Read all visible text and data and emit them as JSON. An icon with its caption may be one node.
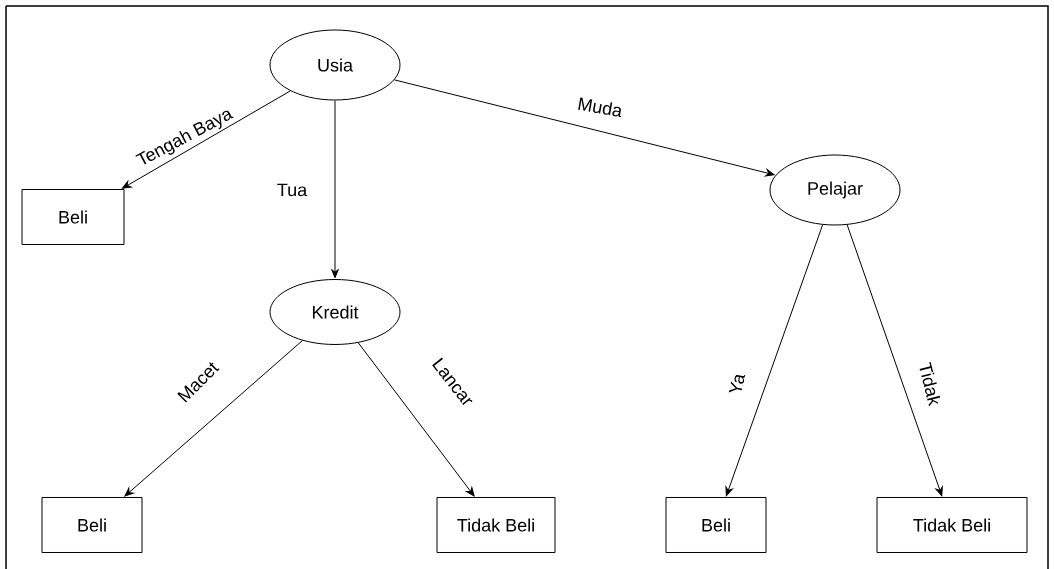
{
  "diagram": {
    "nodes": [
      {
        "text": [
          "Usia"
        ]
      },
      {
        "text": [
          "Beli"
        ]
      },
      {
        "text": [
          "Kredit"
        ]
      },
      {
        "text": [
          "Pelajar"
        ]
      },
      {
        "text": [
          "Beli"
        ]
      },
      {
        "text": [
          "Tidak Beli"
        ]
      },
      {
        "text": [
          "Beli"
        ]
      },
      {
        "text": [
          "Tidak Beli"
        ]
      }
    ],
    "edges": [
      {
        "from": 0,
        "to": 1,
        "arrow": "to",
        "label": "Tengah Baya"
      },
      {
        "from": 0,
        "to": 2,
        "arrow": "to",
        "label": "Tua"
      },
      {
        "from": 0,
        "to": 3,
        "arrow": "to",
        "label": "Muda"
      },
      {
        "from": 2,
        "to": 4,
        "arrow": "to",
        "label": "Macet"
      },
      {
        "from": 2,
        "to": 5,
        "arrow": "to",
        "label": "Lancar"
      },
      {
        "from": 3,
        "to": 6,
        "arrow": "to",
        "label": "Ya"
      },
      {
        "from": 3,
        "to": 7,
        "arrow": "to",
        "label": "Tidak"
      }
    ]
  }
}
